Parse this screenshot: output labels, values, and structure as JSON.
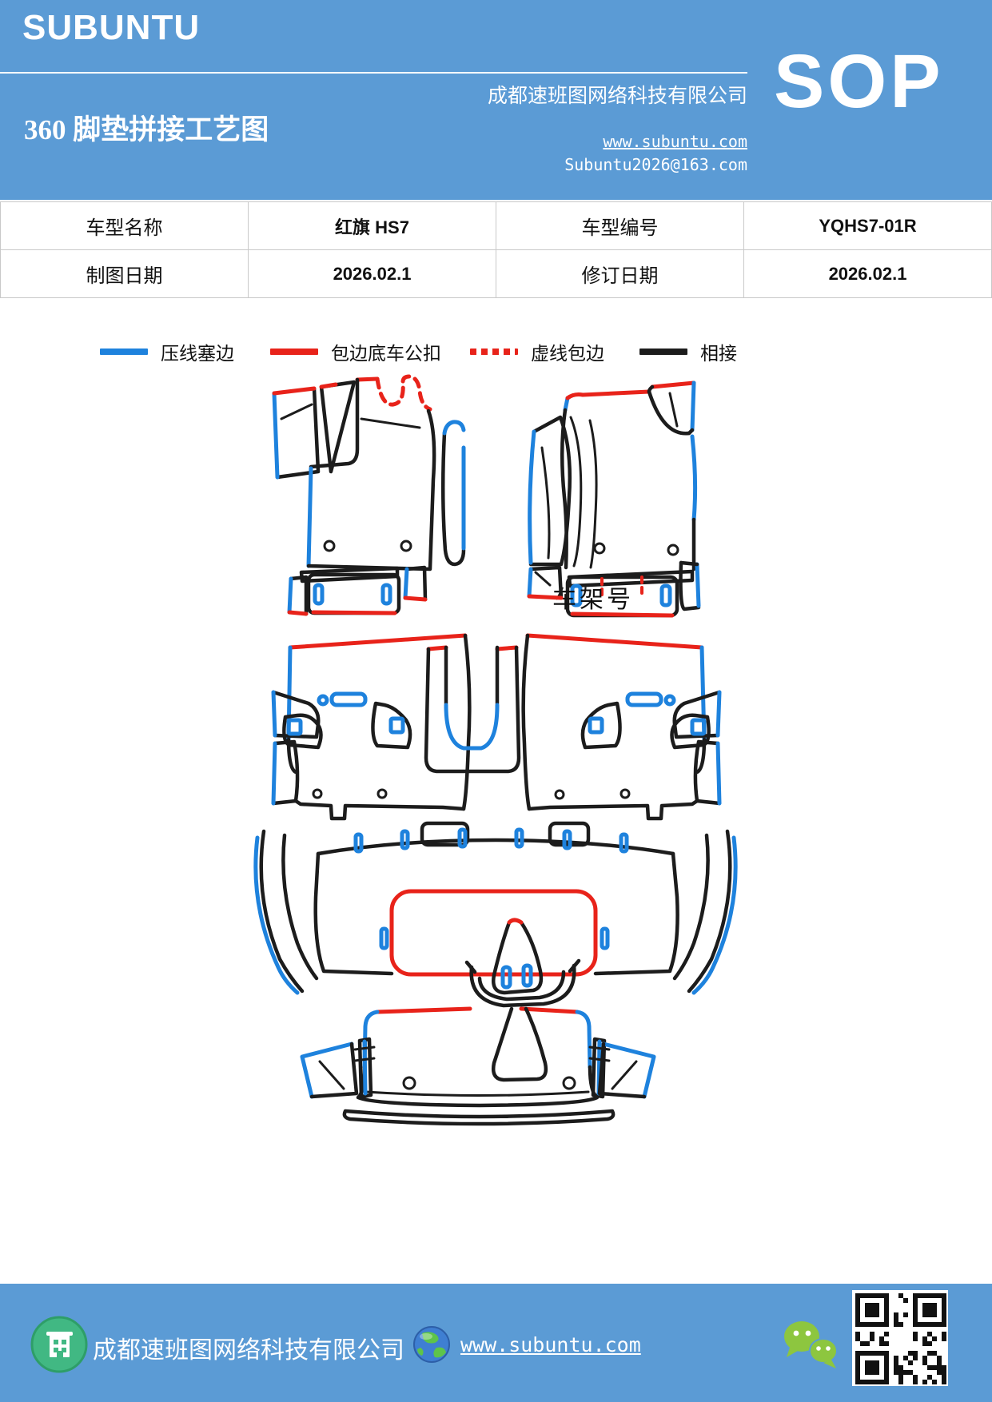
{
  "header": {
    "brand": "SUBUNTU",
    "company": "成都速班图网络科技有限公司",
    "sop_badge": "SOP",
    "title": "360 脚垫拼接工艺图",
    "website": "www.subuntu.com",
    "email": "Subuntu2026@163.com",
    "accent_color": "#5b9bd5"
  },
  "info_table": {
    "rows": [
      {
        "cells": [
          "车型名称",
          "红旗 HS7",
          "车型编号",
          "YQHS7-01R"
        ]
      },
      {
        "cells": [
          "制图日期",
          "2026.02.1",
          "修订日期",
          "2026.02.1"
        ]
      }
    ]
  },
  "legend": {
    "items": [
      {
        "label": "压线塞边",
        "color": "#1e82dd",
        "style": "solid"
      },
      {
        "label": "包边底车公扣",
        "color": "#e8231a",
        "style": "solid"
      },
      {
        "label": "虚线包边",
        "color": "#e8231a",
        "style": "dotted"
      },
      {
        "label": "相接",
        "color": "#1c1c1c",
        "style": "solid"
      }
    ]
  },
  "diagram": {
    "frame_label": "车架号",
    "line_colors": {
      "blue": "#1e82dd",
      "red": "#e8231a",
      "black": "#1c1c1c"
    }
  },
  "footer": {
    "company": "成都速班图网络科技有限公司",
    "website": "www.subuntu.com"
  }
}
